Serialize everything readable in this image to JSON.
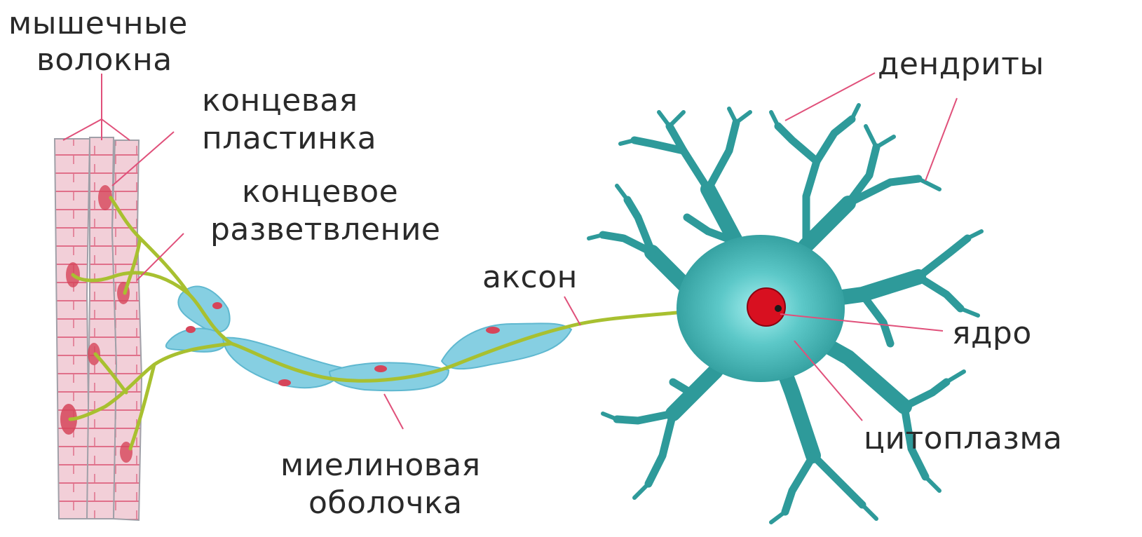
{
  "labels": {
    "muscle_fibers_1": "мышечные",
    "muscle_fibers_2": "волокна",
    "end_plate_1": "концевая",
    "end_plate_2": "пластинка",
    "end_branching_1": "концевое",
    "end_branching_2": "разветвление",
    "axon": "аксон",
    "dendrites": "дендриты",
    "nucleus": "ядро",
    "cytoplasm": "цитоплазма",
    "myelin_sheath_1": "миелиновая",
    "myelin_sheath_2": "оболочка"
  },
  "colors": {
    "muscle_fill": "#f2cfd8",
    "muscle_stripe": "#e0708a",
    "cell_body": "#2e9a9a",
    "cell_glow": "#6fd6d6",
    "nucleus": "#d81020",
    "axon": "#a8c030",
    "myelin": "#7cc8dc",
    "leader_line": "#e0507a",
    "text": "#2a2a2a"
  }
}
